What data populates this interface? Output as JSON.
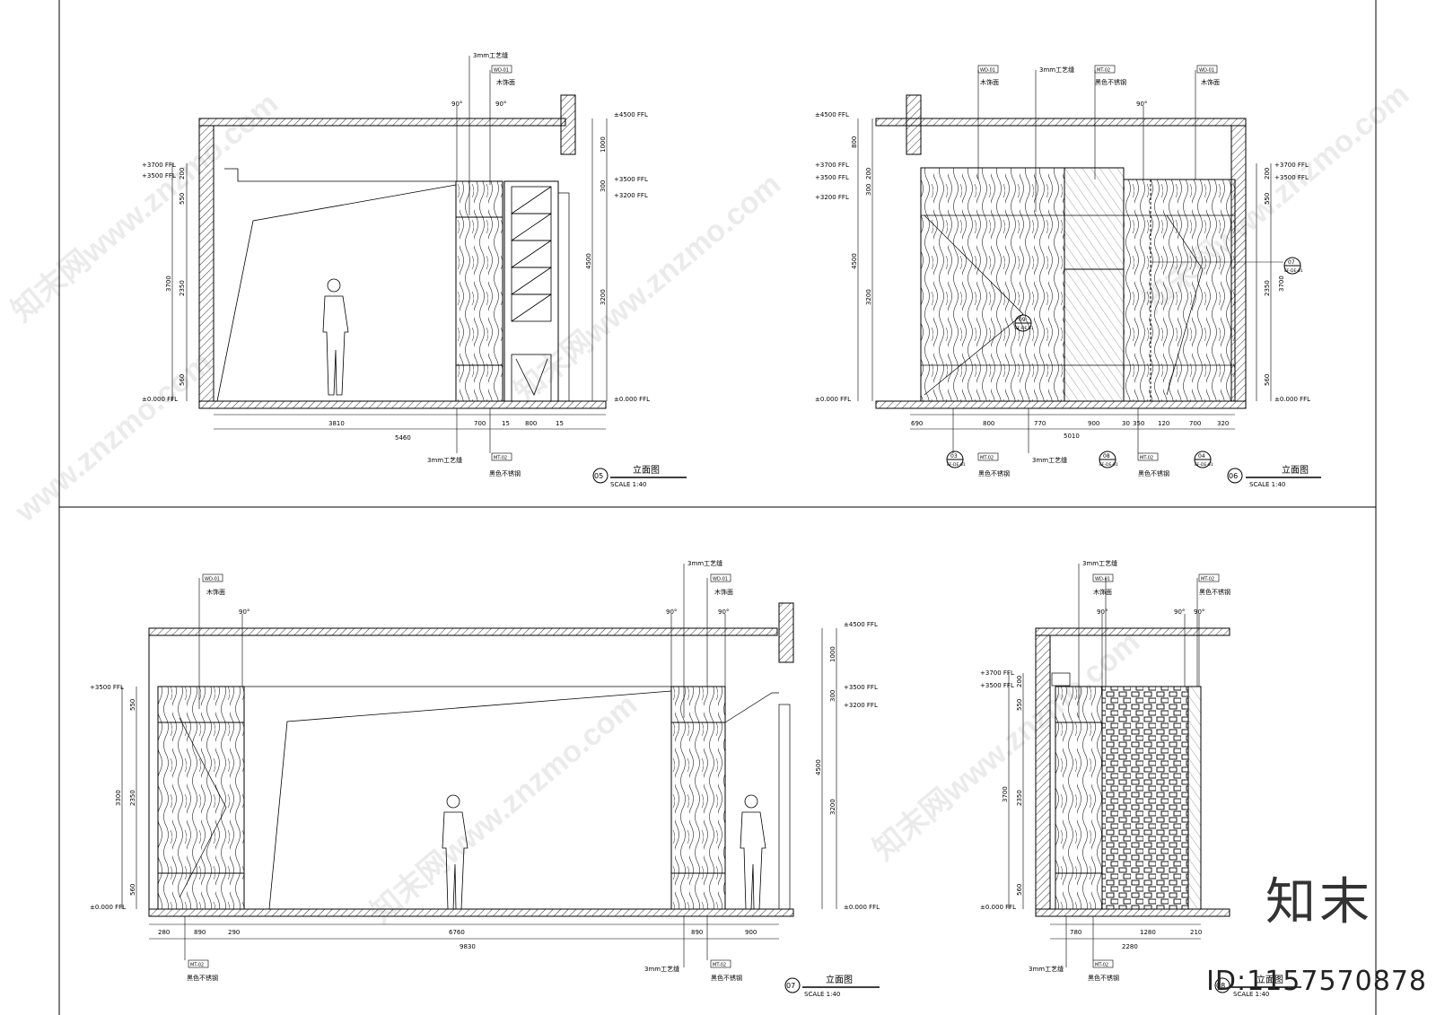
{
  "drawings": {
    "d05": {
      "num": "05",
      "title": "立面图",
      "scale": "SCALE 1:40",
      "levels": [
        "±4500 FFL",
        "+3700 FFL",
        "+3500 FFL",
        "+3200 FFL",
        "±0.000 FFL"
      ],
      "right_dims": [
        "1000",
        "300",
        "4500",
        "3200"
      ],
      "left_dims": [
        "200",
        "550",
        "3700",
        "2350",
        "560"
      ],
      "bottom_dims": [
        "3810",
        "700",
        "15",
        "800",
        "15"
      ],
      "total": "5460",
      "angles": [
        "90°",
        "90°"
      ],
      "tags_top": [
        {
          "code": "",
          "text": "3mm工艺缝"
        },
        {
          "code": "WD-01",
          "text": "木饰面"
        }
      ],
      "tags_bottom": [
        {
          "code": "",
          "text": "3mm工艺缝"
        },
        {
          "code": "MT-02",
          "text": "黑色不锈钢"
        }
      ]
    },
    "d06": {
      "num": "06",
      "title": "立面图",
      "scale": "SCALE 1:40",
      "levels": [
        "±4500 FFL",
        "+3700 FFL",
        "+3500 FFL",
        "+3200 FFL",
        "±0.000 FFL"
      ],
      "left_dims": [
        "800",
        "200",
        "300",
        "4500",
        "3200"
      ],
      "right_dims": [
        "200",
        "550",
        "3700",
        "2350",
        "560"
      ],
      "bottom_dims": [
        "690",
        "800",
        "770",
        "900",
        "30",
        "350",
        "120",
        "700",
        "320"
      ],
      "total": "5010",
      "angle": "90°",
      "tags_top": [
        {
          "code": "WD-01",
          "text": "木饰面"
        },
        {
          "code": "",
          "text": "3mm工艺缝"
        },
        {
          "code": "MT-02",
          "text": "黑色不锈钢"
        },
        {
          "code": "WD-01",
          "text": "木饰面"
        }
      ],
      "section_marks": [
        {
          "num": "03",
          "sheet": "EF-DE-01"
        },
        {
          "num": "08",
          "sheet": "EF-DE-01"
        },
        {
          "num": "04",
          "sheet": "EF-DE-01"
        },
        {
          "num": "07",
          "sheet": "EF-DE-01"
        },
        {
          "num": "09",
          "sheet": "EF-DE-01"
        }
      ],
      "tags_bottom": [
        {
          "code": "MT-02",
          "text": "黑色不锈钢"
        },
        {
          "code": "",
          "text": "3mm工艺缝"
        },
        {
          "code": "MT-02",
          "text": "黑色不锈钢"
        }
      ]
    },
    "d07": {
      "num": "07",
      "title": "立面图",
      "scale": "SCALE 1:40",
      "levels": [
        "±4500 FFL",
        "+3500 FFL",
        "+3500 FFL",
        "+3200 FFL",
        "±0.000 FFL"
      ],
      "right_dims": [
        "1000",
        "300",
        "4500",
        "3200"
      ],
      "left_dims": [
        "550",
        "3300",
        "2350",
        "560"
      ],
      "bottom_dims": [
        "280",
        "890",
        "290",
        "6760",
        "890",
        "900"
      ],
      "total": "9830",
      "angles": [
        "90°",
        "90°",
        "90°"
      ],
      "tags_top": [
        {
          "code": "WD-01",
          "text": "木饰面"
        },
        {
          "code": "",
          "text": "3mm工艺缝"
        },
        {
          "code": "WD-01",
          "text": "木饰面"
        }
      ],
      "tags_bottom": [
        {
          "code": "MT-02",
          "text": "黑色不锈钢"
        },
        {
          "code": "",
          "text": "3mm工艺缝"
        },
        {
          "code": "MT-02",
          "text": "黑色不锈钢"
        }
      ]
    },
    "d08": {
      "num": "08",
      "title": "立面图",
      "scale": "SCALE 1:40",
      "levels": [
        "+3700 FFL",
        "+3500 FFL",
        "±0.000 FFL"
      ],
      "left_dims": [
        "200",
        "550",
        "3700",
        "2350",
        "560"
      ],
      "bottom_dims": [
        "780",
        "1280",
        "210"
      ],
      "total": "2280",
      "angles": [
        "90°",
        "90°",
        "90°"
      ],
      "tags_top": [
        {
          "code": "",
          "text": "3mm工艺缝"
        },
        {
          "code": "WD-01",
          "text": "木饰面"
        },
        {
          "code": "MT-02",
          "text": "黑色不锈钢"
        }
      ],
      "tags_bottom": [
        {
          "code": "",
          "text": "3mm工艺缝"
        },
        {
          "code": "MT-02",
          "text": "黑色不锈钢"
        }
      ]
    }
  },
  "watermarks": [
    "知末网www.znzmo.com",
    "知末网www.znzmo.com",
    "知末网www.znzmo.com",
    "知末网www.znzmo.com",
    "www.znzmo.com",
    "知末网www.znzmo.com"
  ],
  "brand": {
    "logo": "知末",
    "id": "ID:1157570878"
  }
}
